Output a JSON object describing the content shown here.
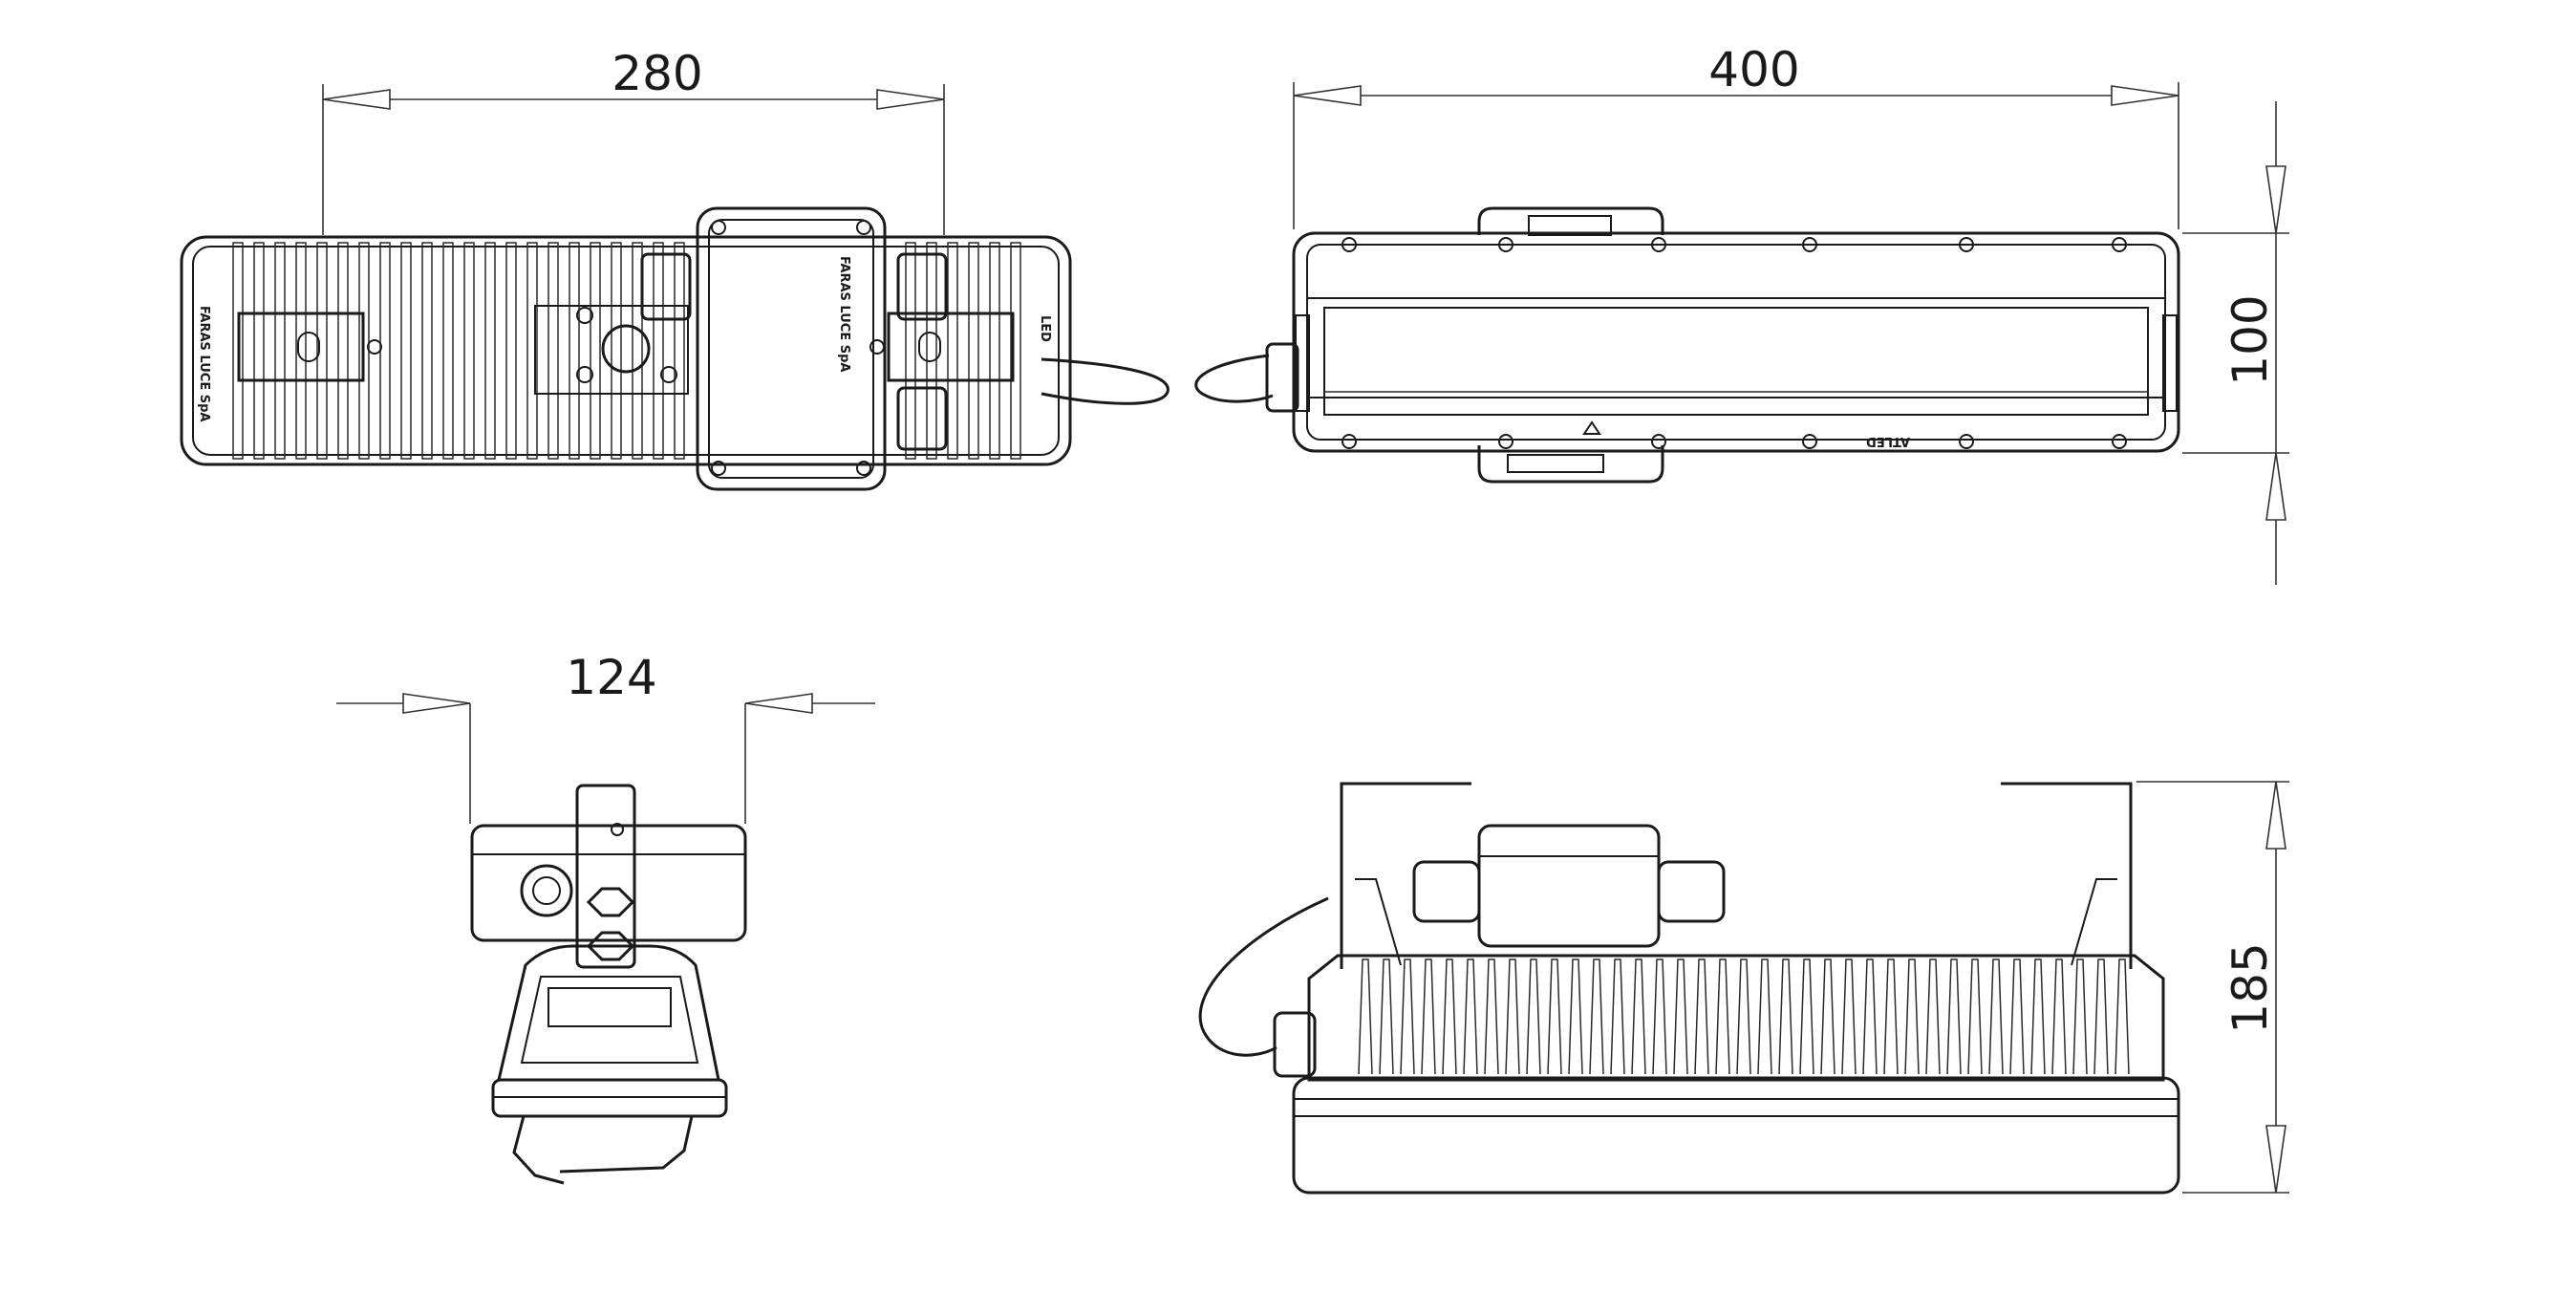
{
  "dimensions": {
    "top_view_width": "280",
    "front_view_length": "400",
    "front_view_height": "100",
    "side_view_width": "124",
    "side_elevation_height": "185"
  },
  "markings": {
    "manufacturer": "FARAS LUCE SpA",
    "led": "LED",
    "atled": "ATLED"
  },
  "colors": {
    "line": "#1a1a1a",
    "background": "#ffffff"
  }
}
